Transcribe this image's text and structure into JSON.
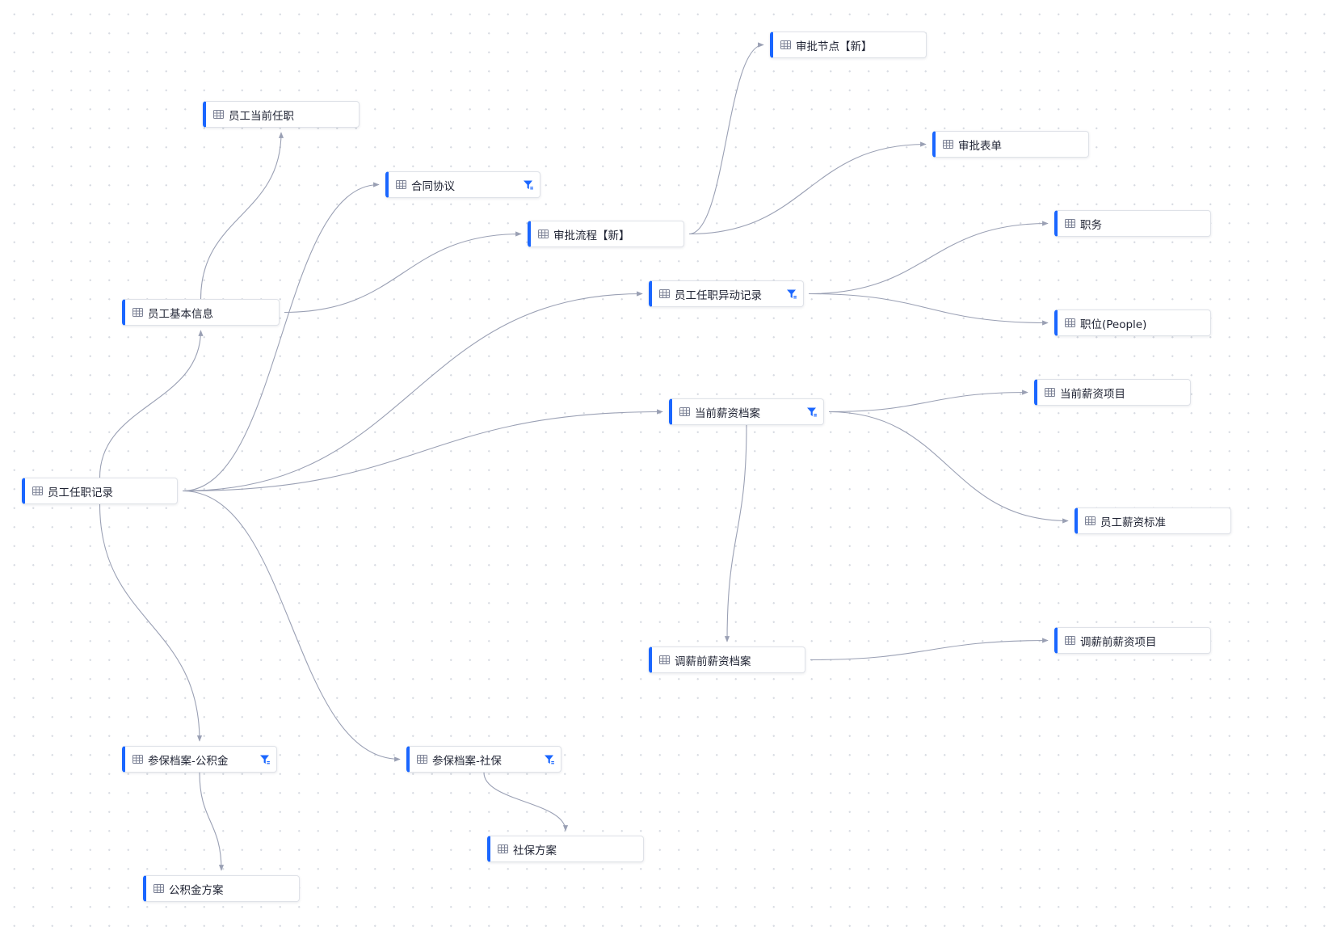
{
  "canvas": {
    "nodes": [
      {
        "id": "n1",
        "label": "员工当前任职",
        "filter": false
      },
      {
        "id": "n2",
        "label": "合同协议",
        "filter": true
      },
      {
        "id": "n3",
        "label": "审批流程【新】",
        "filter": false
      },
      {
        "id": "n4",
        "label": "审批节点【新】",
        "filter": false
      },
      {
        "id": "n5",
        "label": "审批表单",
        "filter": false
      },
      {
        "id": "n6",
        "label": "职务",
        "filter": false
      },
      {
        "id": "n7",
        "label": "员工任职异动记录",
        "filter": true
      },
      {
        "id": "n8",
        "label": "职位(People)",
        "filter": false
      },
      {
        "id": "n9",
        "label": "员工基本信息",
        "filter": false
      },
      {
        "id": "n10",
        "label": "当前薪资档案",
        "filter": true
      },
      {
        "id": "n11",
        "label": "当前薪资项目",
        "filter": false
      },
      {
        "id": "n12",
        "label": "员工任职记录",
        "filter": false
      },
      {
        "id": "n13",
        "label": "员工薪资标准",
        "filter": false
      },
      {
        "id": "n14",
        "label": "调薪前薪资档案",
        "filter": false
      },
      {
        "id": "n15",
        "label": "调薪前薪资项目",
        "filter": false
      },
      {
        "id": "n16",
        "label": "参保档案-公积金",
        "filter": true
      },
      {
        "id": "n17",
        "label": "参保档案-社保",
        "filter": true
      },
      {
        "id": "n18",
        "label": "社保方案",
        "filter": false
      },
      {
        "id": "n19",
        "label": "公积金方案",
        "filter": false
      }
    ],
    "edges": [
      {
        "from": "n12",
        "to": "n9"
      },
      {
        "from": "n9",
        "to": "n1"
      },
      {
        "from": "n9",
        "to": "n3"
      },
      {
        "from": "n3",
        "to": "n4"
      },
      {
        "from": "n3",
        "to": "n5"
      },
      {
        "from": "n12",
        "to": "n2"
      },
      {
        "from": "n12",
        "to": "n7"
      },
      {
        "from": "n12",
        "to": "n10"
      },
      {
        "from": "n12",
        "to": "n17"
      },
      {
        "from": "n12",
        "to": "n16"
      },
      {
        "from": "n7",
        "to": "n6"
      },
      {
        "from": "n7",
        "to": "n8"
      },
      {
        "from": "n10",
        "to": "n11"
      },
      {
        "from": "n10",
        "to": "n13"
      },
      {
        "from": "n10",
        "to": "n14"
      },
      {
        "from": "n14",
        "to": "n15"
      },
      {
        "from": "n16",
        "to": "n19"
      },
      {
        "from": "n17",
        "to": "n18"
      }
    ],
    "colors": {
      "accent": "#1a66ff",
      "edge": "#9aa0b4",
      "node_border": "#dfe2e8"
    },
    "icons": {
      "table": "table-icon",
      "filter": "filter-icon"
    }
  }
}
